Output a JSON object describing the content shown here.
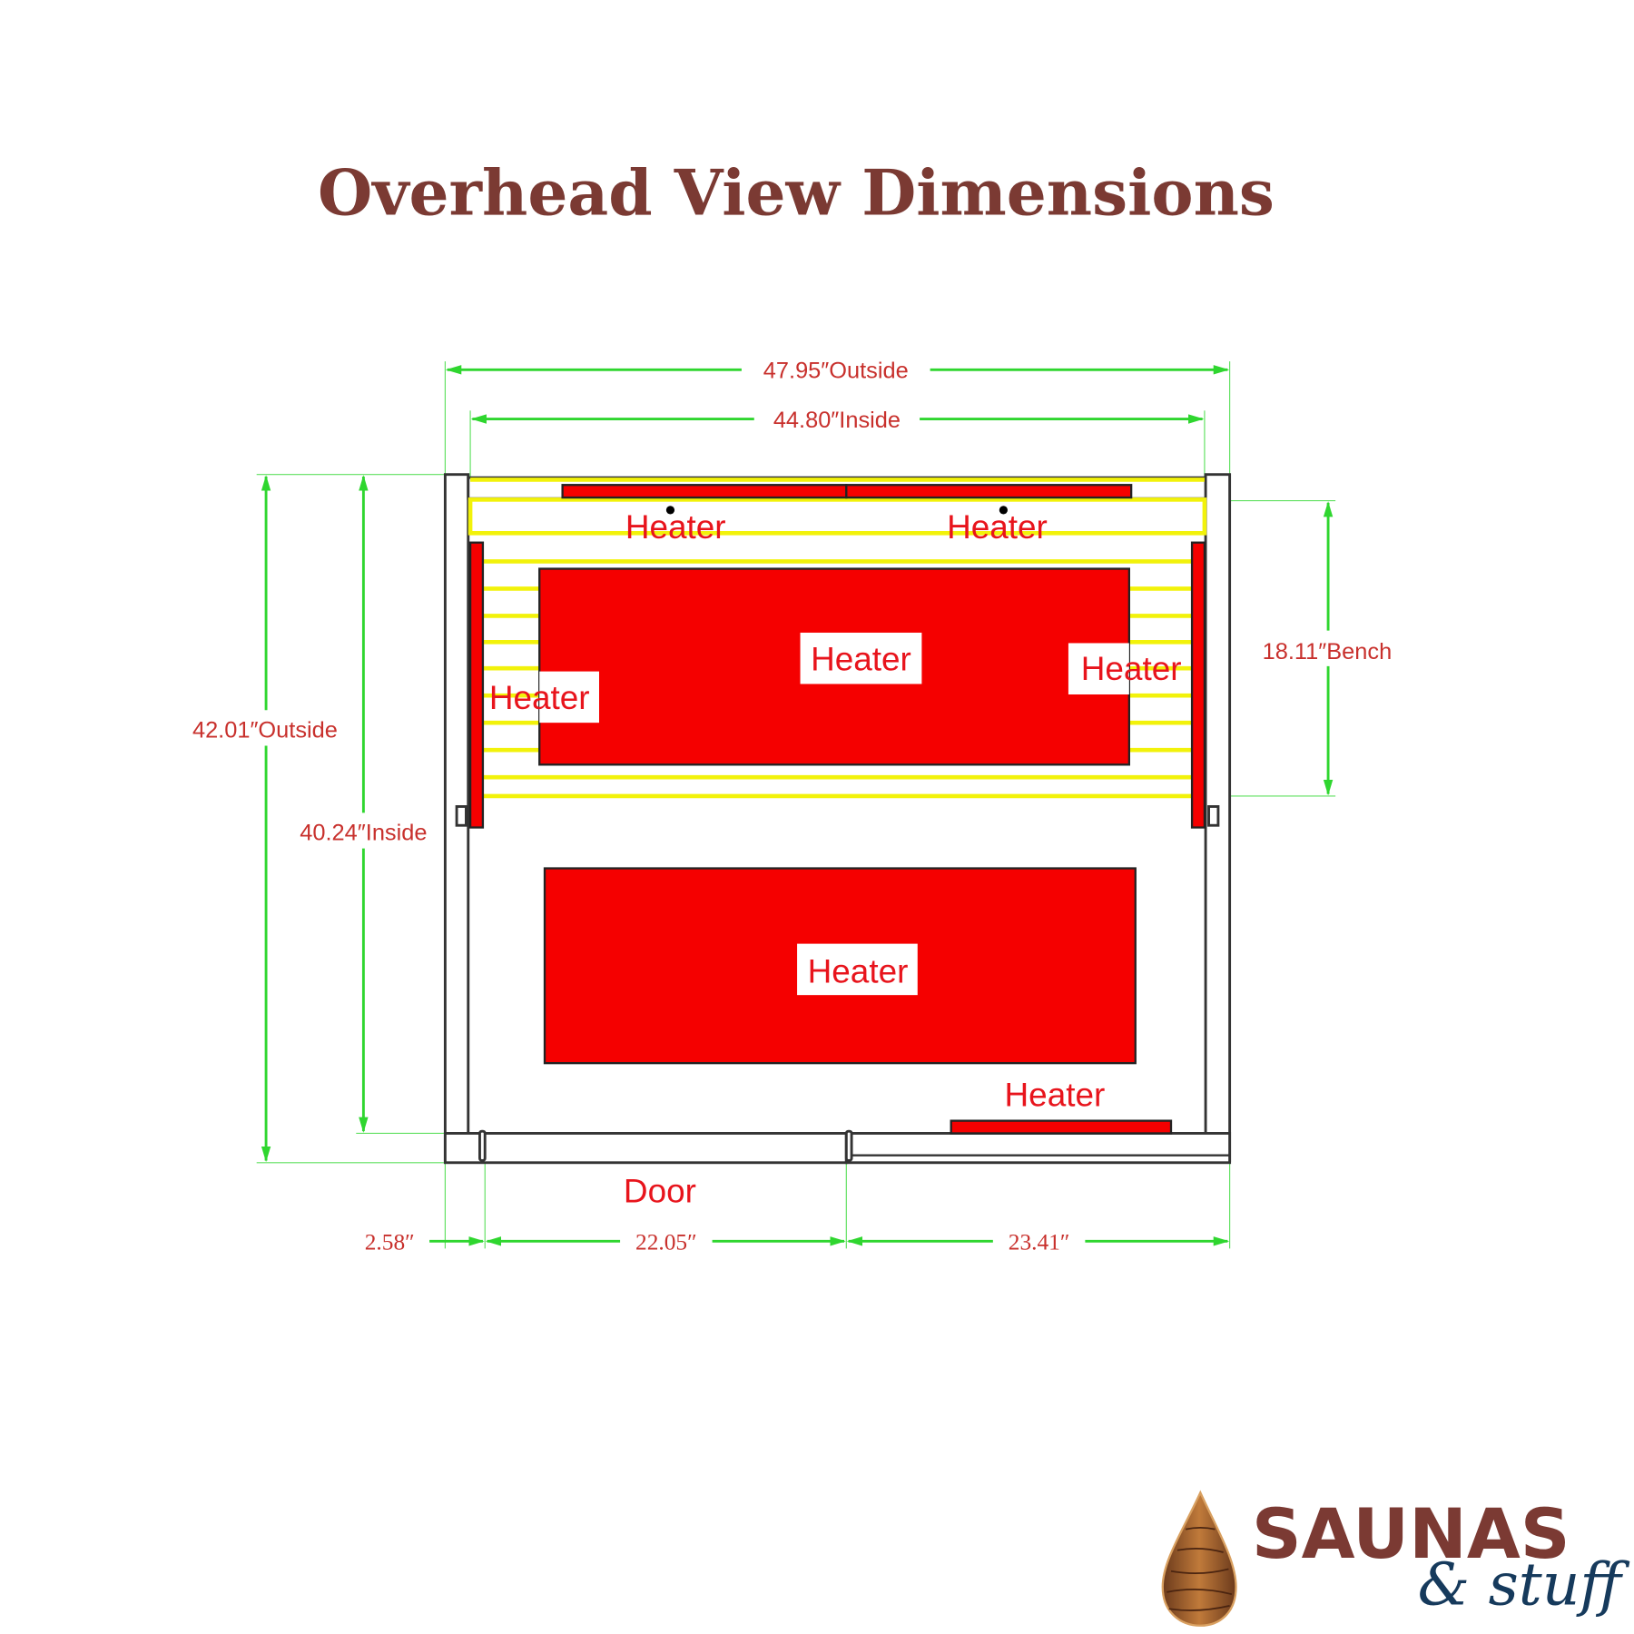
{
  "title": "Overhead View Dimensions",
  "dimensions": {
    "outside_width": "47.95″Outside",
    "inside_width": "44.80″Inside",
    "outside_depth": "42.01″Outside",
    "inside_depth": "40.24″Inside",
    "bench": "18.11″Bench",
    "wall_offset": "2.58″",
    "door_width": "22.05″",
    "side_width": "23.41″"
  },
  "labels": {
    "heater": "Heater",
    "door": "Door"
  },
  "logo": {
    "brand": "SAUNAS",
    "sub": "& stuff"
  },
  "colors": {
    "title": "#7b3a33",
    "heater": "#f50000",
    "dimension_line": "#2fd62f",
    "bench_slat": "#f2f20a"
  }
}
